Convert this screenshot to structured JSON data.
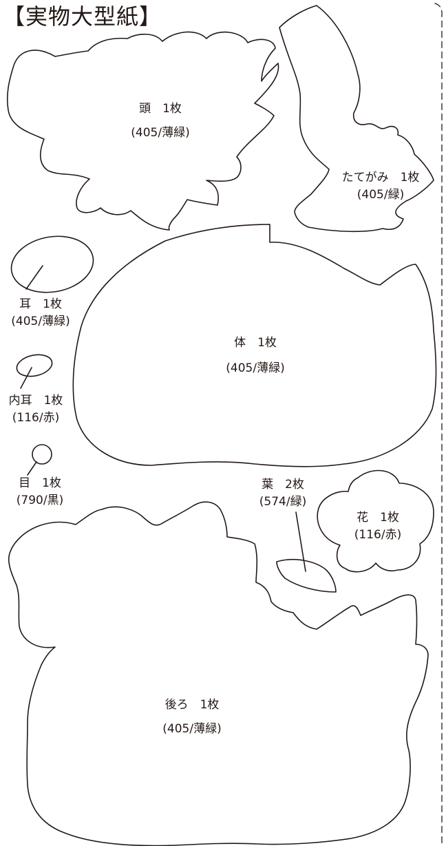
{
  "page_title": "【実物大型紙】",
  "parts": {
    "head": {
      "name": "頭　1枚",
      "color": "(405/薄緑)"
    },
    "mane": {
      "name": "たてがみ　1枚",
      "color": "(405/緑)"
    },
    "ear": {
      "name": "耳　1枚",
      "color": "(405/薄緑)"
    },
    "inner_ear": {
      "name": "内耳　1枚",
      "color": "(116/赤)"
    },
    "eye": {
      "name": "目　1枚",
      "color": "(790/黒)"
    },
    "body": {
      "name": "体　1枚",
      "color": "(405/薄緑)"
    },
    "leaf": {
      "name": "葉　2枚",
      "color": "(574/緑)"
    },
    "flower": {
      "name": "花　1枚",
      "color": "(116/赤)"
    },
    "back": {
      "name": "後ろ　1枚",
      "color": "(405/薄緑)"
    }
  }
}
